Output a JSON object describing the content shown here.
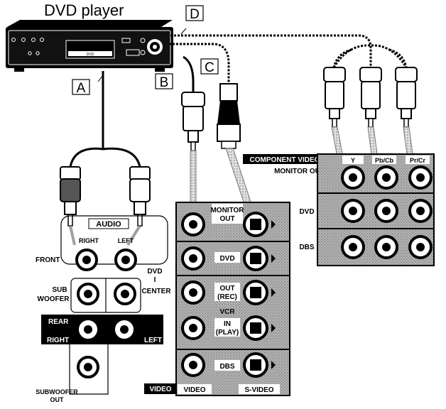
{
  "title": "DVD player",
  "display_text": "DVD",
  "callouts": {
    "a": "A",
    "b": "B",
    "c": "C",
    "d": "D"
  },
  "audio": {
    "header": "AUDIO",
    "right": "RIGHT",
    "left": "LEFT",
    "front": "FRONT",
    "sub_woofer_1": "SUB",
    "sub_woofer_2": "WOOFER",
    "dvd_center_1": "DVD",
    "dvd_center_2": "I",
    "dvd_center_3": "CENTER",
    "rear": "REAR",
    "rear_right": "RIGHT",
    "rear_left": "LEFT",
    "subwoofer_out_1": "SUBWOOFER",
    "subwoofer_out_2": "OUT"
  },
  "video": {
    "monitor_out_1": "MONITOR",
    "monitor_out_2": "OUT",
    "dvd": "DVD",
    "out_rec_1": "OUT",
    "out_rec_2": "(REC)",
    "vcr": "VCR",
    "in_play_1": "IN",
    "in_play_2": "(PLAY)",
    "dbs": "DBS",
    "video_header": "VIDEO",
    "video_col": "VIDEO",
    "svideo_col": "S-VIDEO"
  },
  "component": {
    "header": "COMPONENT VIDEO",
    "monitor_out": "MONITOR OUT",
    "y": "Y",
    "pb": "Pb/Cb",
    "pr": "Pr/Cr",
    "dvd": "DVD",
    "dbs": "DBS"
  },
  "colors": {
    "ink": "#000000",
    "panel": "#a8a8a8",
    "paper": "#ffffff"
  }
}
